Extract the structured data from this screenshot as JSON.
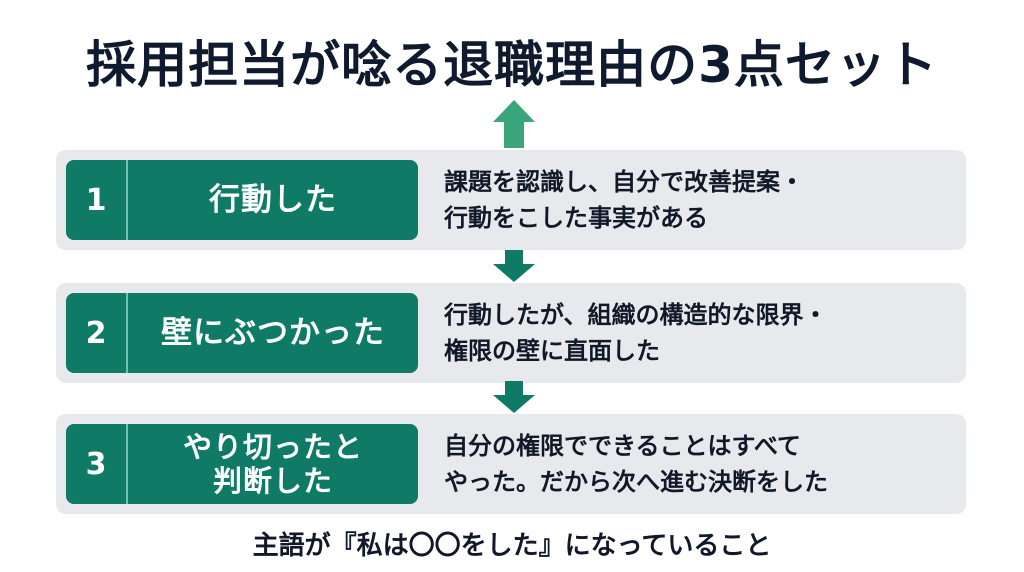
{
  "title": "採用担当が唸る退職理由の3点セット",
  "colors": {
    "title_text": "#0f1a2e",
    "label_box": "#0f7a66",
    "row_background": "#e7e9ec",
    "arrow_up": "#3aa57a",
    "arrow_down": "#0f7a66"
  },
  "steps": [
    {
      "number": "1",
      "label": "行動した",
      "description": "課題を認識し、自分で改善提案・\n行動をこした事実がある"
    },
    {
      "number": "2",
      "label": "壁にぶつかった",
      "description": "行動したが、組織の構造的な限界・\n権限の壁に直面した"
    },
    {
      "number": "3",
      "label": "やり切ったと\n判断した",
      "description": "自分の権限でできることはすべて\nやった。だから次へ進む決断をした"
    }
  ],
  "footer": "主語が『私は〇〇をした』になっていること"
}
